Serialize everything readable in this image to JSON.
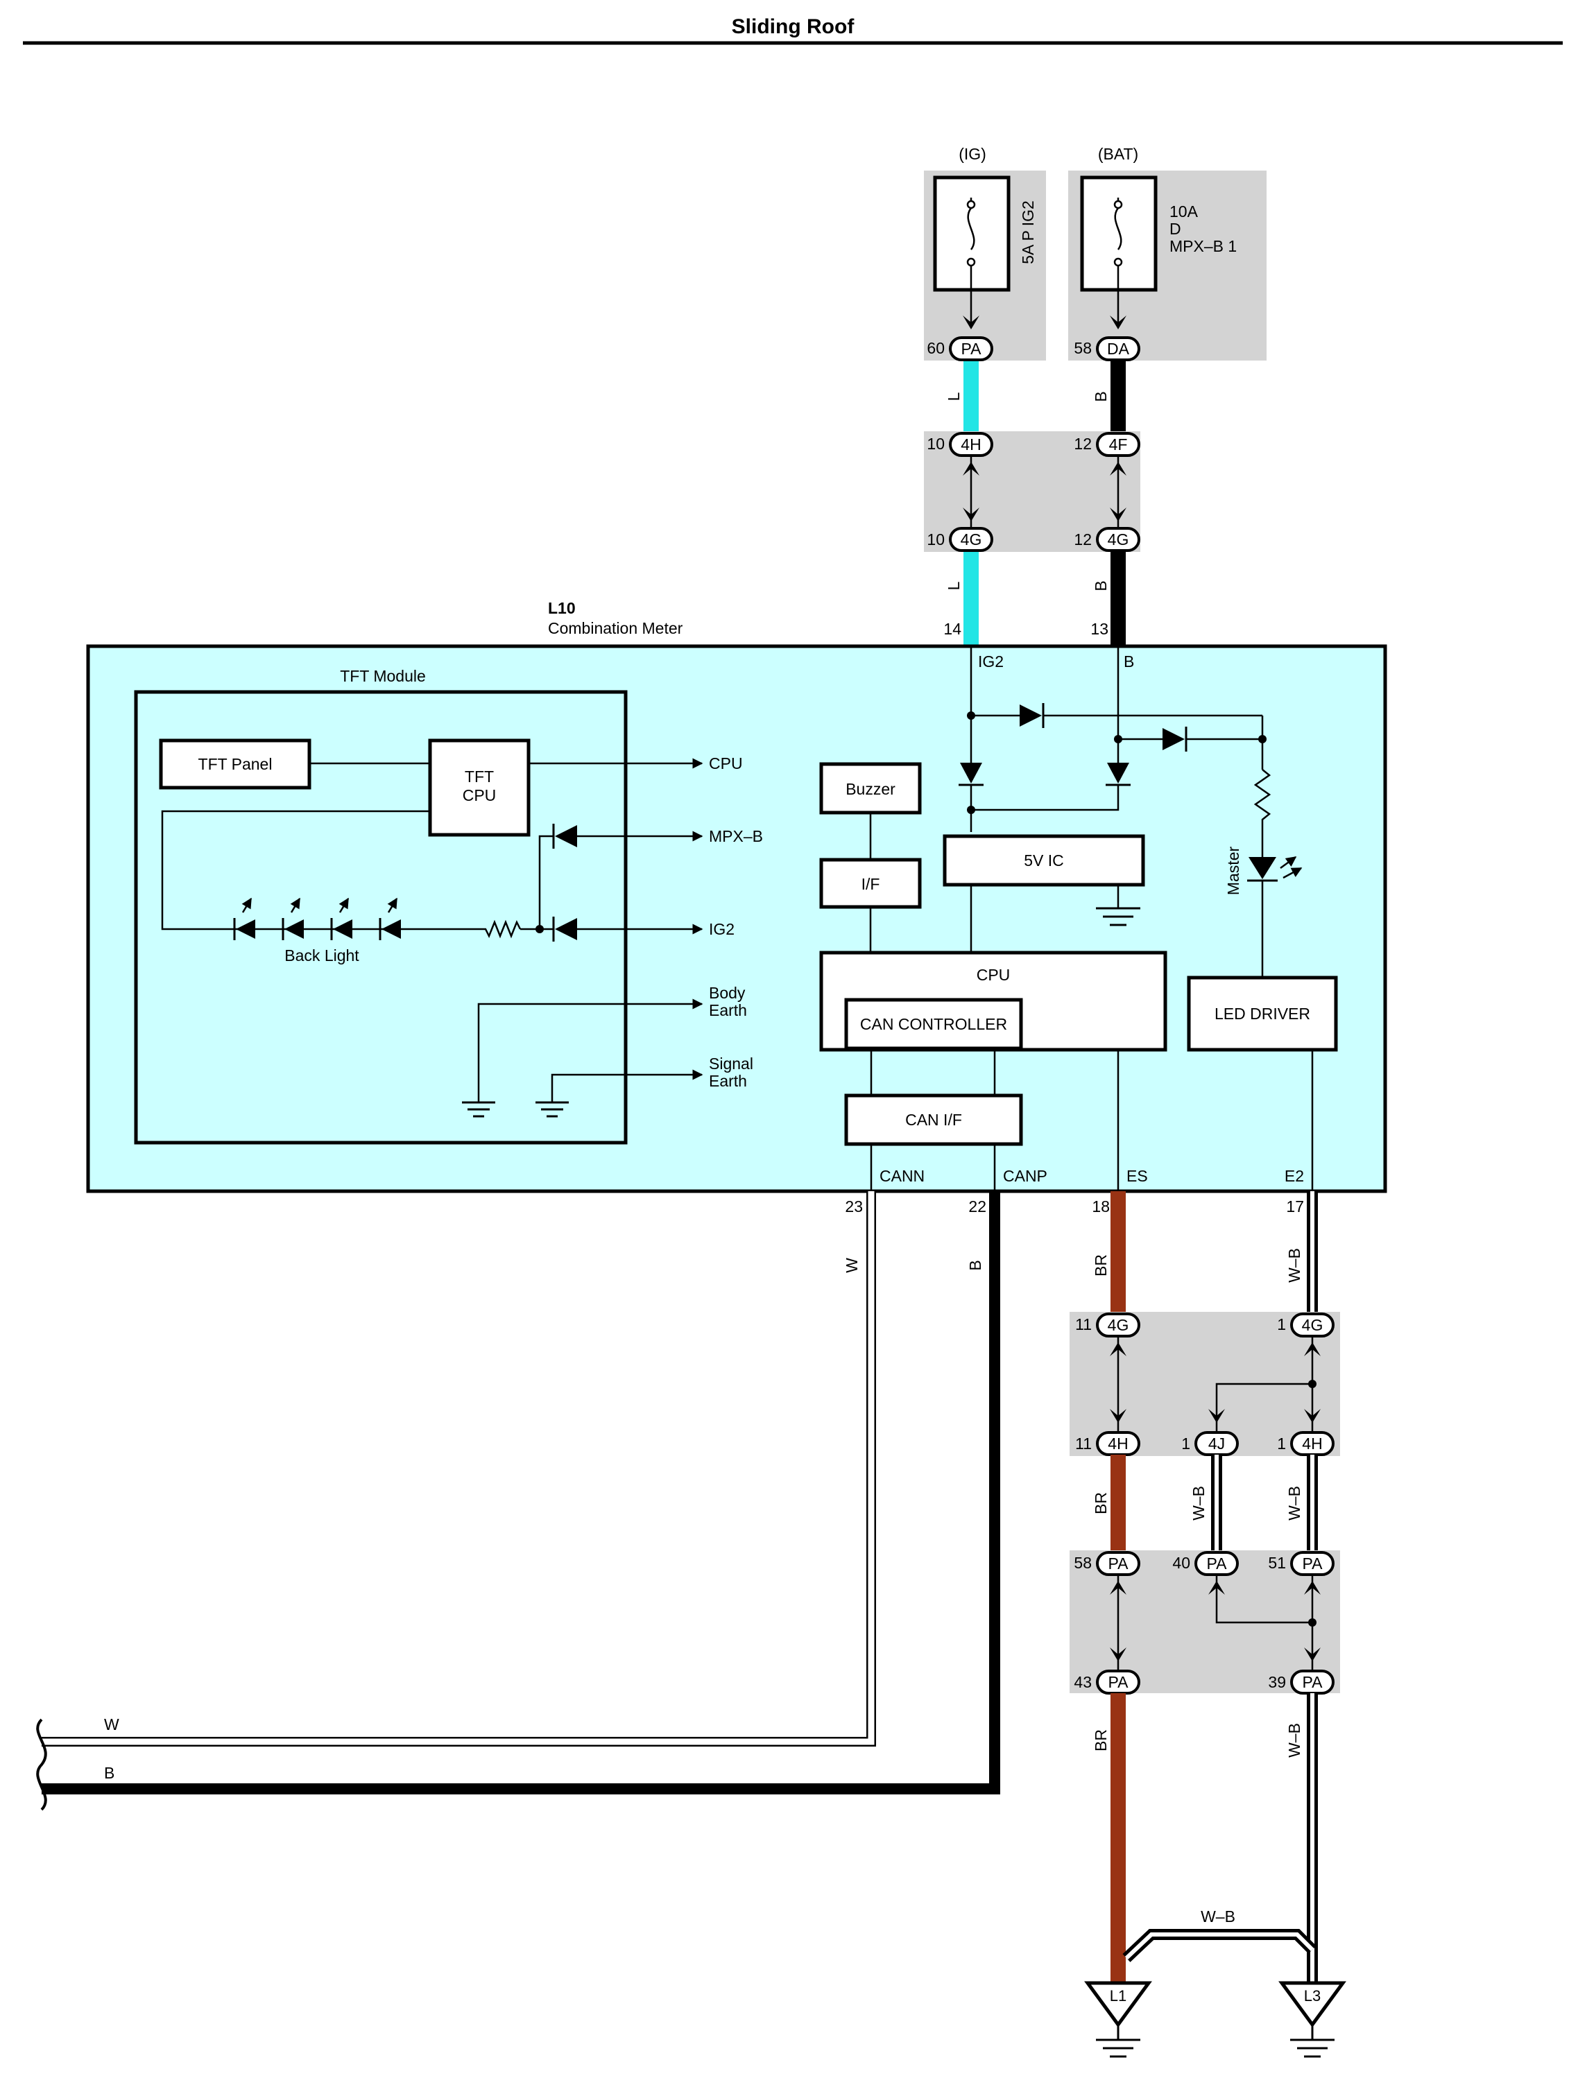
{
  "title": "Sliding Roof",
  "colors": {
    "L": "#22e5e5",
    "B": "#000000",
    "BR": "#993314",
    "meter_fill": "#ccffff",
    "connector_shade": "#d3d3d3"
  },
  "fuses": {
    "ig": {
      "header": "(IG)",
      "name": "5A P IG2",
      "pin": "60",
      "conn": "PA"
    },
    "bat": {
      "header": "(BAT)",
      "rating": "10A",
      "line2": "D",
      "line3": "MPX–B 1",
      "pin": "58",
      "conn": "DA"
    }
  },
  "wire_codes": {
    "L": "L",
    "B": "B",
    "W": "W",
    "BR": "BR",
    "WB": "W–B"
  },
  "junction_upper": {
    "left_top": {
      "pin": "10",
      "conn": "4H"
    },
    "right_top": {
      "pin": "12",
      "conn": "4F"
    },
    "left_bottom": {
      "pin": "10",
      "conn": "4G"
    },
    "right_bottom": {
      "pin": "12",
      "conn": "4G"
    }
  },
  "meter": {
    "code": "L10",
    "name": "Combination Meter",
    "pin_ig2": "14",
    "pin_b": "13",
    "term_ig2": "IG2",
    "term_b": "B",
    "tft_module": "TFT Module",
    "tft_panel": "TFT Panel",
    "tft_cpu": [
      "TFT",
      "CPU"
    ],
    "back_light": "Back Light",
    "out_cpu": "CPU",
    "out_mpxb": "MPX–B",
    "out_ig2": "IG2",
    "body_earth": [
      "Body",
      "Earth"
    ],
    "signal_earth": [
      "Signal",
      "Earth"
    ],
    "buzzer": "Buzzer",
    "if": "I/F",
    "v5ic": "5V IC",
    "cpu": "CPU",
    "can_controller": "CAN CONTROLLER",
    "can_if": "CAN I/F",
    "led_driver": "LED DRIVER",
    "master": "Master",
    "term_cann": "CANN",
    "term_canp": "CANP",
    "term_es": "ES",
    "term_e2": "E2",
    "pin_cann": "23",
    "pin_canp": "22",
    "pin_es": "18",
    "pin_e2": "17"
  },
  "junction_lower": {
    "a": {
      "pin": "11",
      "conn": "4G"
    },
    "b": {
      "pin": "1",
      "conn": "4G"
    },
    "c": {
      "pin": "11",
      "conn": "4H"
    },
    "d": {
      "pin": "1",
      "conn": "4J"
    },
    "e": {
      "pin": "1",
      "conn": "4H"
    },
    "f": {
      "pin": "58",
      "conn": "PA"
    },
    "g": {
      "pin": "40",
      "conn": "PA"
    },
    "h": {
      "pin": "51",
      "conn": "PA"
    },
    "i": {
      "pin": "43",
      "conn": "PA"
    },
    "j": {
      "pin": "39",
      "conn": "PA"
    }
  },
  "grounds": {
    "left": "L1",
    "right": "L3"
  }
}
